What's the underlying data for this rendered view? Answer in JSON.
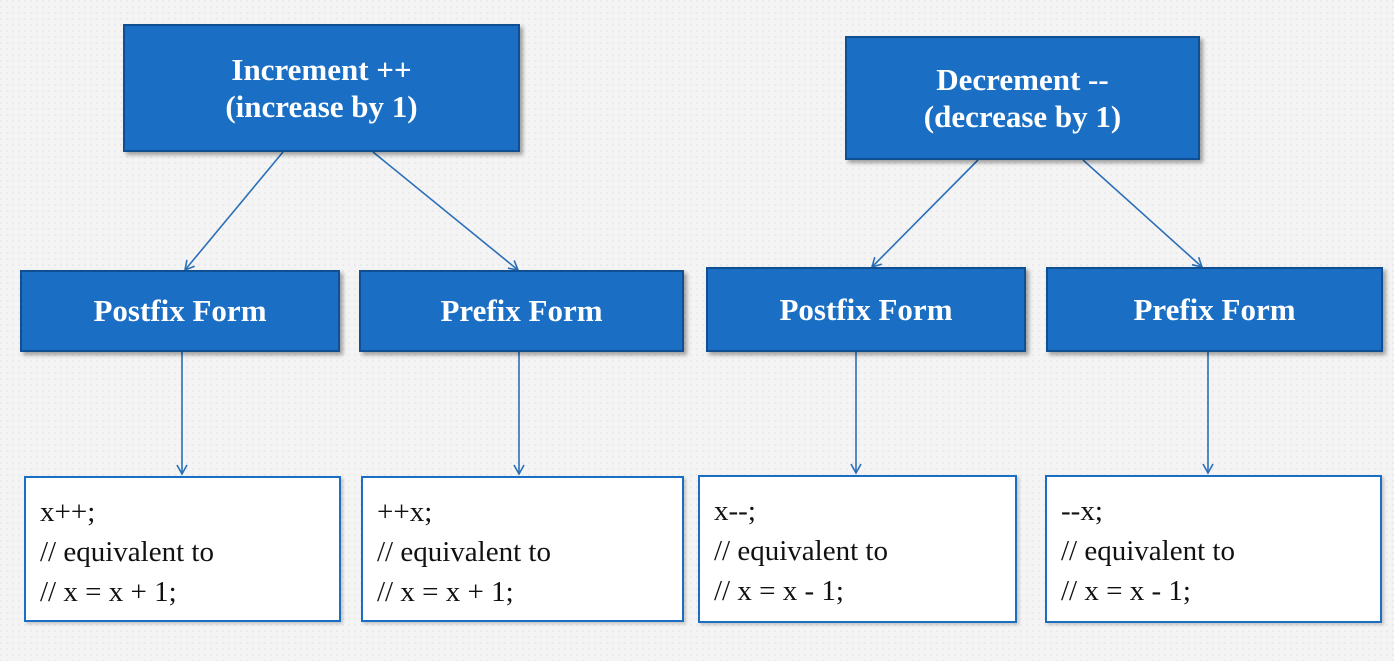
{
  "increment": {
    "title_line1": "Increment ++",
    "title_line2": "(increase by 1)",
    "postfix": {
      "label": "Postfix Form",
      "code": [
        "x++;",
        "// equivalent to",
        "// x = x + 1;"
      ]
    },
    "prefix": {
      "label": "Prefix Form",
      "code": [
        "++x;",
        "// equivalent to",
        "// x = x + 1;"
      ]
    }
  },
  "decrement": {
    "title_line1": "Decrement --",
    "title_line2": "(decrease by 1)",
    "postfix": {
      "label": "Postfix Form",
      "code": [
        "x--;",
        "// equivalent to",
        "// x = x - 1;"
      ]
    },
    "prefix": {
      "label": "Prefix Form",
      "code": [
        "--x;",
        "// equivalent to",
        "// x = x - 1;"
      ]
    }
  },
  "colors": {
    "node_fill": "#1a6fc4",
    "node_border": "#0f4f92",
    "arrow": "#2a6fb8",
    "code_border": "#1a6fc4"
  }
}
